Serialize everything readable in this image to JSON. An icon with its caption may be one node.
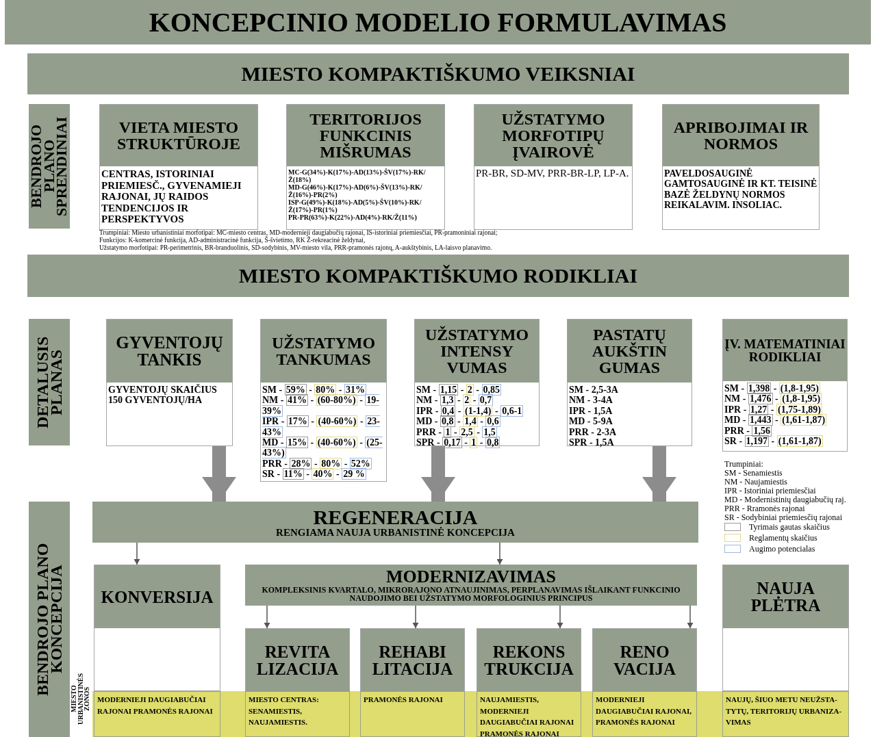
{
  "diagram": {
    "nodes": [
      {
        "text": [
          "MIESTO KOMPAKTIŠKUMO VEIKSNIAI"
        ]
      },
      {
        "text": [
          "BENDROJO PLANO SPRENDINIAI"
        ]
      },
      {
        "text": [
          "VIETA MIESTO STRUKTŪROJE",
          "CENTRAS, ISTORINIAI PRIEMIESČ., GYVENAMIEJI RAJONAI, JŲ RAIDOS TENDENCIJOS IR PERSPEKTYVOS"
        ]
      },
      {
        "text": [
          "TERITORIJOS FUNKCINIS MIŠRUMAS",
          "MC-G(34%)-K(17%)-AD(13%)-ŠV(17%)-RK/Ž(18%)",
          "MD-G(46%)-K(17%)-AD(6%)-ŠV(13%)-RK/Ž(16%)-PR(2%)",
          "ISP-G(49%)-K(18%)-AD(5%)-ŠV(10%)-RK/Ž(17%)-PR(1%)",
          "PR-PR(63%)-K(22%)-AD(4%)-RK/Ž(11%)"
        ]
      },
      {
        "text": [
          "UŽSTATYMO MORFOTIPŲ ĮVAIROVĖ",
          "PR-BR, SD-MV, PRR-BR-LP, LP-A."
        ]
      },
      {
        "text": [
          "APRIBOJIMAI IR NORMOS",
          "PAVELDOSAUGINĖ GAMTOSAUGINĖ IR KT. TEISINĖ BAZĖ ŽELDYNŲ NORMOS REIKALAVIM. INSOLIAC."
        ]
      },
      {
        "text": [
          "MIESTO KOMPAKTIŠKUMO RODIKLIAI"
        ]
      },
      {
        "text": [
          "DETALUSIS PLANAS"
        ]
      },
      {
        "text": [
          "GYVENTOJŲ TANKIS",
          "GYVENTOJŲ SKAIČIUS 150 GYVENTOJŲ/HA"
        ]
      },
      {
        "text": [
          "UŽSTATYMO TANKUMAS",
          "SM - 59% - 80% - 31%",
          "NM - 41% - (60-80%) - 19-39%",
          "IPR - 17% - (40-60%) - 23-43%",
          "MD - 15% - (40-60%) - (25-43%)",
          "PRR - 28% - 80% - 52%",
          "SR - 11% - 40% - 29 %"
        ]
      },
      {
        "text": [
          "UŽSTATYMO INTENSY VUMAS",
          "SM - 1,15 - 2 - 0,85",
          "NM - 1,3 - 2 - 0,7",
          "IPR - 0,4 - (1-1,4) - 0,6-1",
          "MD - 0,8 - 1,4 - 0,6",
          "PRR - 1 - 2,5 - 1,5",
          "SPR - 0,17 - 1 - 0,8"
        ]
      },
      {
        "text": [
          "PASTATŲ AUKŠTIN GUMAS",
          "SM - 2,5-3A",
          "NM - 3-4A",
          "IPR - 1,5A",
          "MD - 5-9A",
          "PRR - 2-3A",
          "SPR - 1,5A"
        ]
      },
      {
        "text": [
          "ĮV. MATEMATINIAI RODIKLIAI",
          "SM - 1,398 - (1,8-1,95)",
          "NM - 1,476 - (1,8-1,95)",
          "IPR - 1,27 - (1,75-1,89)",
          "MD - 1,443 - (1,61-1,87)",
          "PRR - 1,56",
          "SR - 1,197 - (1,61-1,87)"
        ]
      },
      {
        "text": [
          "BENDROJO PLANO KONCEPCIJA"
        ]
      },
      {
        "text": [
          "REGENERACIJA",
          "RENGIAMA NAUJA URBANISTINĖ KONCEPCIJA"
        ]
      },
      {
        "text": [
          "KONVERSIJA"
        ]
      },
      {
        "text": [
          "MODERNIZAVIMAS",
          "KOMPLEKSINIS KVARTALO, MIKRORAJONO ATNAUJINIMAS, PERPLANAVIMAS IŠLAIKANT FUNKCINIO NAUDOJIMO BEI UŽSTATYMO MORFOLOGINIUS PRINCIPUS"
        ]
      },
      {
        "text": [
          "REVITA LIZACIJA"
        ]
      },
      {
        "text": [
          "REHABI LITACIJA"
        ]
      },
      {
        "text": [
          "REKONS TRUKCIJA"
        ]
      },
      {
        "text": [
          "RENO VACIJA"
        ]
      },
      {
        "text": [
          "NAUJA PLĖTRA"
        ]
      },
      {
        "text": [
          "MODERNIEJI DAUGIABUČIAI RAJONAI PRAMONĖS RAJONAI"
        ]
      },
      {
        "text": [
          "MIESTO CENTRAS: SENAMIESTIS, NAUJAMIESTIS."
        ]
      },
      {
        "text": [
          "PRAMONĖS RAJONAI"
        ]
      },
      {
        "text": [
          "NAUJAMIESTIS, MODERNIEJI DAUGIABUČIAI RAJONAI PRAMONĖS RAJONAI"
        ]
      },
      {
        "text": [
          "MODERNIEJI DAUGIABUČIAI RAJONAI, PRAMONĖS RAJONAI"
        ]
      },
      {
        "text": [
          "NAUJŲ, ŠIUO METU NEUŽSTA- TYTŲ, TERITORIJŲ URBANIZA- VIMAS"
        ]
      },
      {
        "text": [
          "KONCEPCINIO MODELIO FORMULAVIMAS"
        ]
      }
    ],
    "edges": [
      {
        "from": 8,
        "to": 14,
        "arrow": "to",
        "style": "thick",
        "color": "#8c8c8c"
      },
      {
        "from": 10,
        "to": 14,
        "arrow": "to",
        "style": "thick",
        "color": "#8c8c8c"
      },
      {
        "from": 11,
        "to": 14,
        "arrow": "to",
        "style": "thick",
        "color": "#8c8c8c"
      },
      {
        "from": 14,
        "to": 15,
        "arrow": "to"
      },
      {
        "from": 14,
        "to": 16,
        "arrow": "to"
      },
      {
        "from": 16,
        "to": 17,
        "arrow": "to"
      },
      {
        "from": 16,
        "to": 18,
        "arrow": "to"
      },
      {
        "from": 16,
        "to": 19,
        "arrow": "to"
      },
      {
        "from": 16,
        "to": 20,
        "arrow": "to"
      }
    ],
    "labels": [
      "Trumpiniai: Miesto urbanistiniai morfotipai: MC-miesto centras, MD-modernieji daugiabučių rajonai, IS-istoriniai priemiesčiai, PR-pramoniniai rajonai;",
      "Funkcijos: K-komercinė funkcija, AD-administracinė funkcija, Š-švietimo, RK Ž-rekreacinė želdynai,",
      "Užstatymo morfotipai: PR-perimetrinis, BR-branduolinis, SD-sodybinis, MV-miesto vila, PRR-pramonės rajonų, A-aukštybinis, LA-laisvo planavimo.",
      "Trumpiniai:",
      "SM - Senamiestis",
      "NM - Naujamiestis",
      "IPR - Istoriniai priemiesčiai",
      "MD - Modernistinių daugiabučių raj.",
      "PRR - Rramonės rajonai",
      "SR - Sodybiniai priemiesčių rajonai",
      "MIESTO URBANISTINĖS ZONOS"
    ],
    "legend": [
      {
        "text": "Tyrimais gautas skaičius",
        "color": "#9a9a9a"
      },
      {
        "text": "Reglamentų skaičius",
        "color": "#e2d98a"
      },
      {
        "text": "Augimo potencialas",
        "color": "#9db8e0"
      }
    ]
  }
}
